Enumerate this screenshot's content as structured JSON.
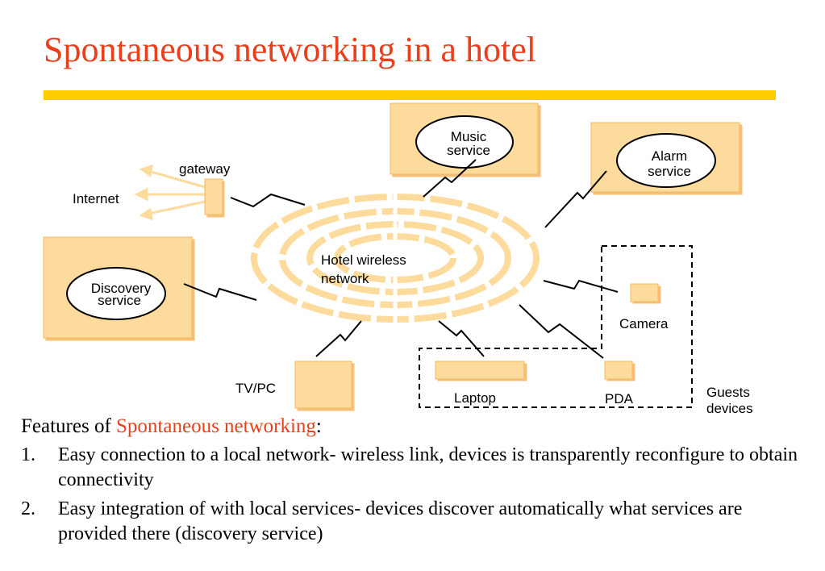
{
  "title": "Spontaneous networking in a hotel",
  "colors": {
    "title": "#e8401c",
    "accent": "#e8401c",
    "rule": "#ffcc00",
    "node_fill": "#fddb9c",
    "node_edge": "#f4b860",
    "ring": "#fddb9c",
    "link": "#000000"
  },
  "diagram": {
    "center_label": [
      "Hotel wireless",
      "network"
    ],
    "gateway": "gateway",
    "internet": "Internet",
    "music_service": [
      "Music",
      "service"
    ],
    "alarm_service": [
      "Alarm",
      "service"
    ],
    "discovery_service": [
      "Discovery",
      "service"
    ],
    "camera": "Camera",
    "tv_pc": "TV/PC",
    "laptop": "Laptop",
    "pda": "PDA",
    "guests_devices": [
      "Guests",
      "devices"
    ]
  },
  "features": {
    "heading_prefix": "Features of ",
    "heading_highlight": "Spontaneous networking",
    "heading_suffix": ":",
    "items": [
      {
        "num": "1.",
        "text": "Easy connection to a local network- wireless link, devices is transparently reconfigure to obtain connectivity"
      },
      {
        "num": "2.",
        "text": "Easy integration of with local services- devices discover automatically what services are provided there (discovery service)"
      }
    ]
  }
}
